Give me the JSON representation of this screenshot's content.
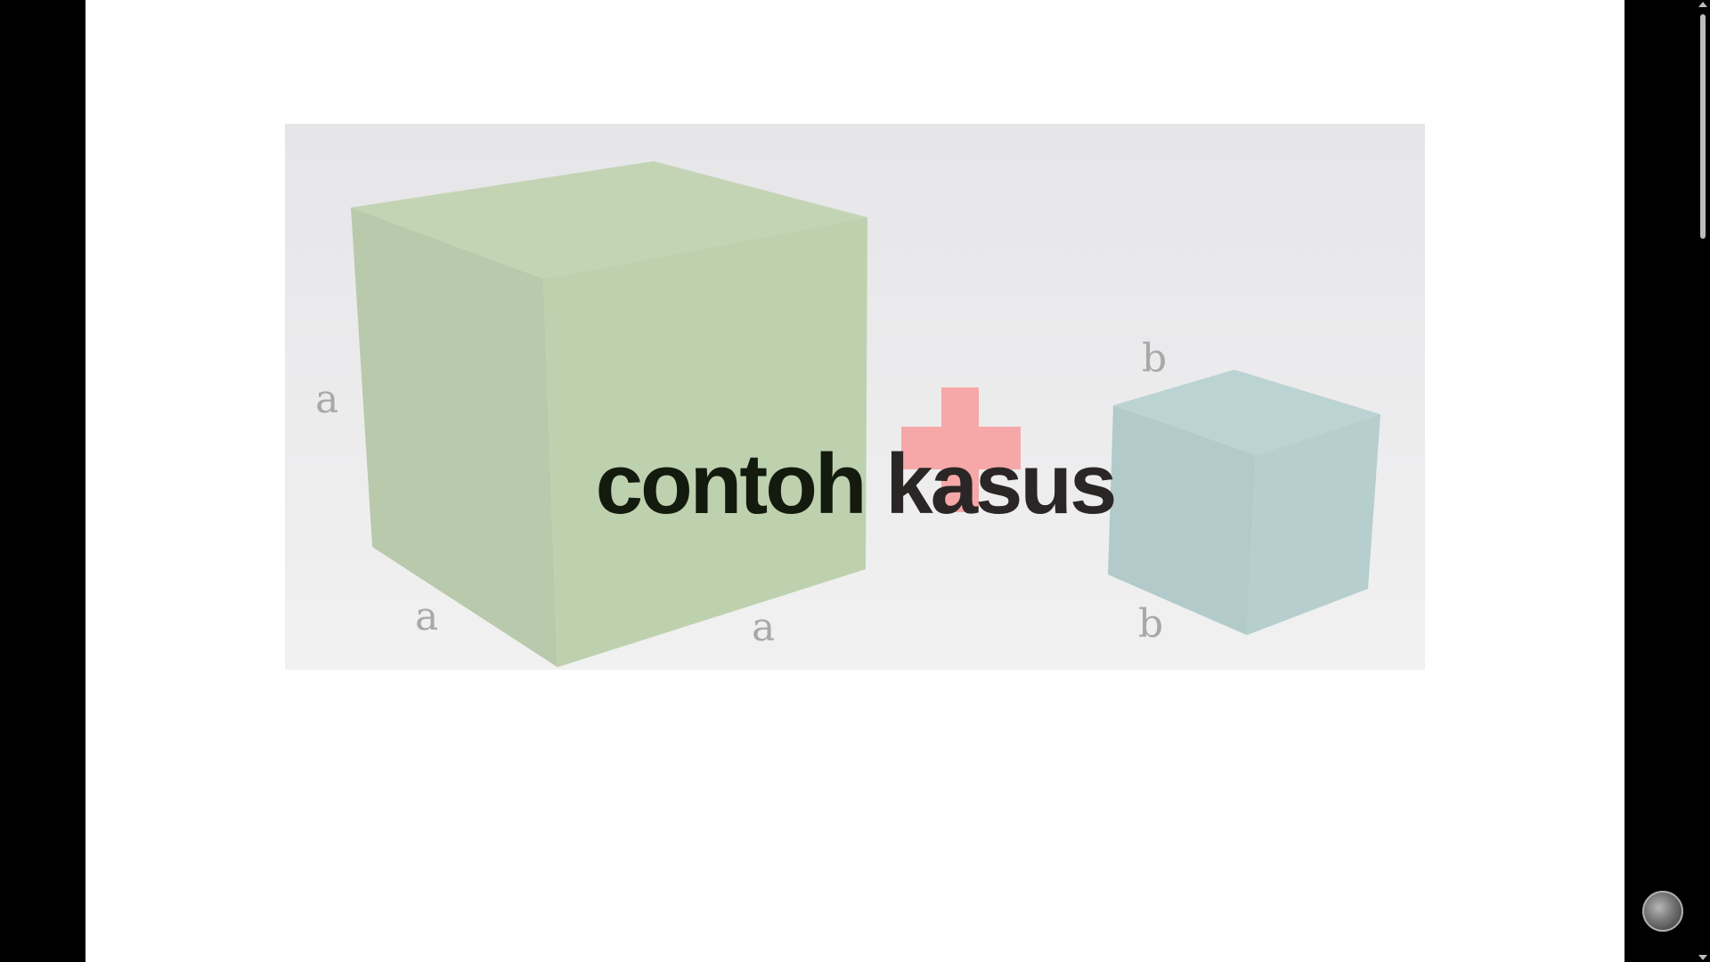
{
  "caption": {
    "word1": "contoh",
    "word2": "kasus"
  },
  "figure": {
    "big_cube_labels": {
      "left": "a",
      "bottom_left": "a",
      "bottom_right": "a"
    },
    "small_cube_labels": {
      "top": "b",
      "bottom": "b"
    },
    "operator": "+",
    "colors": {
      "big_cube": "#bcd0ac",
      "small_cube": "#b4cccc",
      "plus": "#f4a9a9",
      "background": "#e8e8e8"
    }
  },
  "icons": {
    "corner_badge": "avatar-badge-icon"
  }
}
